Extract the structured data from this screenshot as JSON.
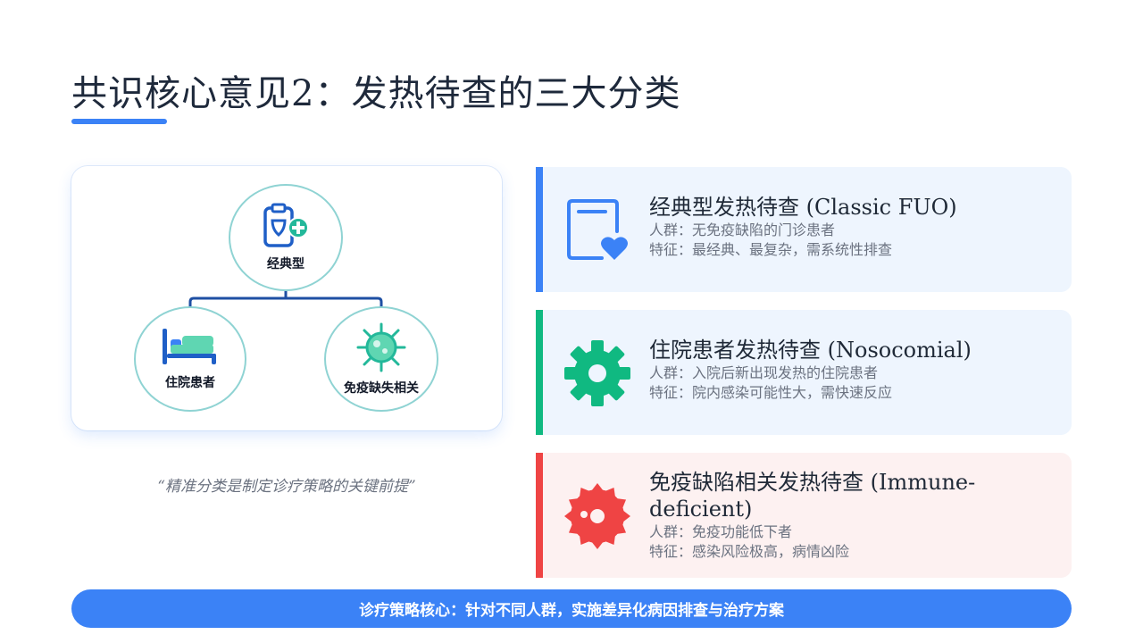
{
  "slide": {
    "title": "共识核心意见2：发热待查的三大分类",
    "quote": "“精准分类是制定诊疗策略的关键前提”",
    "banner": "诊疗策略核心：针对不同人群，实施差异化病因排查与治疗方案"
  },
  "diagram": {
    "nodes": {
      "top": {
        "label": "经典型",
        "icon": "clipboard-medical-icon"
      },
      "left": {
        "label": "住院患者",
        "icon": "hospital-bed-icon"
      },
      "right": {
        "label": "免疫缺失相关",
        "icon": "virus-icon"
      }
    }
  },
  "categories": [
    {
      "title": "经典型发热待查 (Classic FUO)",
      "population": "人群：无免疫缺陷的门诊患者",
      "feature": "特征：最经典、最复杂，需系统性排查",
      "icon": "document-heart-icon",
      "color": "#3b82f6"
    },
    {
      "title": "住院患者发热待查 (Nosocomial)",
      "population": "人群：入院后新出现发热的住院患者",
      "feature": "特征：院内感染可能性大，需快速反应",
      "icon": "gear-icon",
      "color": "#10b981"
    },
    {
      "title": "免疫缺陷相关发热待查 (Immune-deficient)",
      "population": "人群：免疫功能低下者",
      "feature": "特征：感染风险极高，病情凶险",
      "icon": "virus-badge-icon",
      "color": "#ef4444"
    }
  ]
}
